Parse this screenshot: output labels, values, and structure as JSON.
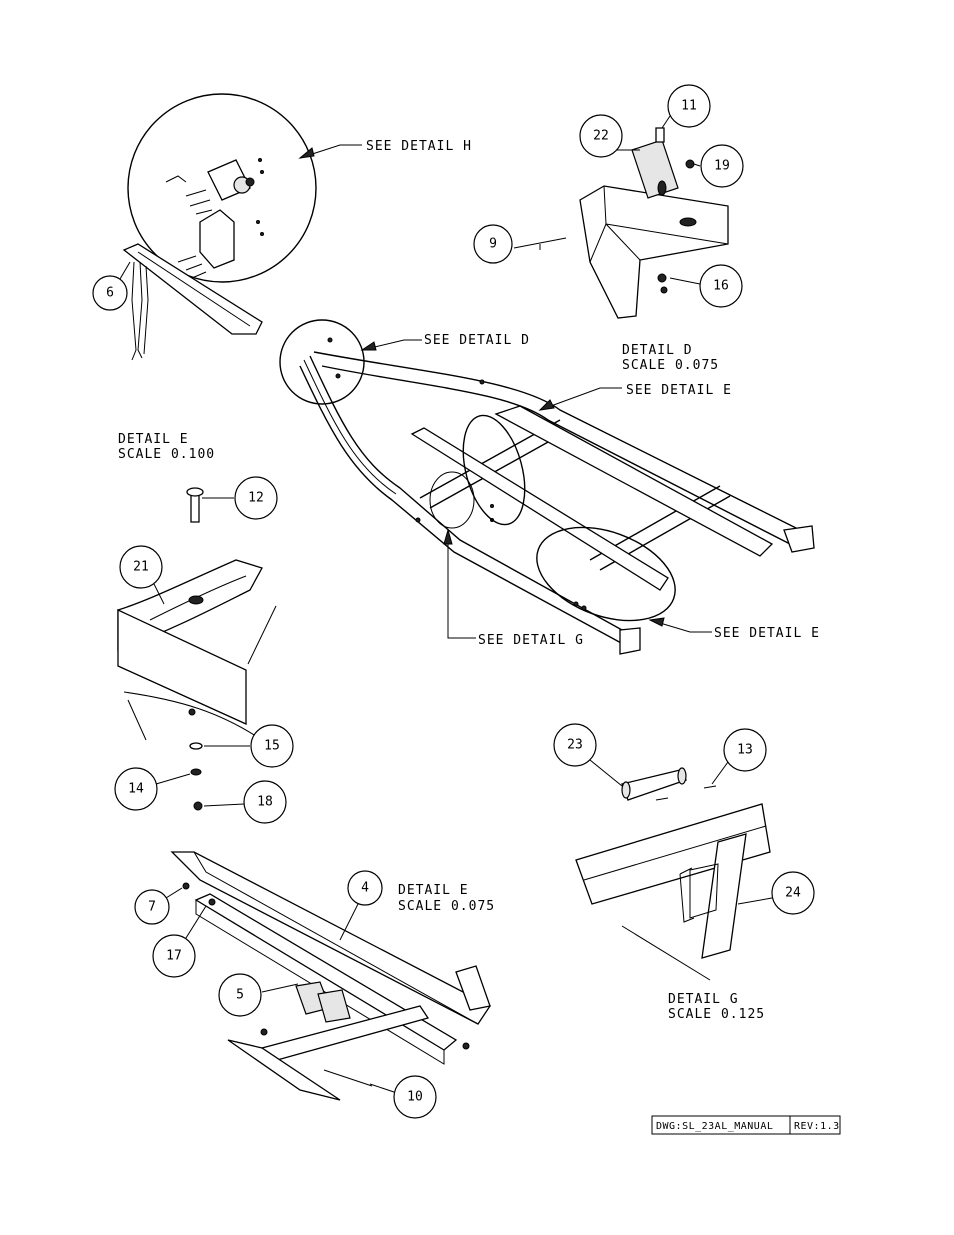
{
  "callouts": {
    "see_detail_h": "SEE DETAIL  H",
    "see_detail_d": "SEE DETAIL  D",
    "see_detail_e_top": "SEE DETAIL  E",
    "see_detail_e_bottom": "SEE DETAIL  E",
    "see_detail_g": "SEE DETAIL  G"
  },
  "details": {
    "d": {
      "title": "DETAIL  D",
      "scale": "SCALE  0.075"
    },
    "e1": {
      "title": "DETAIL  E",
      "scale": "SCALE  0.100"
    },
    "e2": {
      "title": "DETAIL  E",
      "scale": "SCALE  0.075"
    },
    "g": {
      "title": "DETAIL  G",
      "scale": "SCALE  0.125"
    }
  },
  "balloons": {
    "b4": "4",
    "b5": "5",
    "b6": "6",
    "b7": "7",
    "b9": "9",
    "b10": "10",
    "b11": "11",
    "b12": "12",
    "b13": "13",
    "b14": "14",
    "b15": "15",
    "b16": "16",
    "b17": "17",
    "b18": "18",
    "b19": "19",
    "b21": "21",
    "b22": "22",
    "b23": "23",
    "b24": "24"
  },
  "title_block": {
    "drawing": "DWG:SL_23AL_MANUAL",
    "revision": "REV:1.3"
  }
}
